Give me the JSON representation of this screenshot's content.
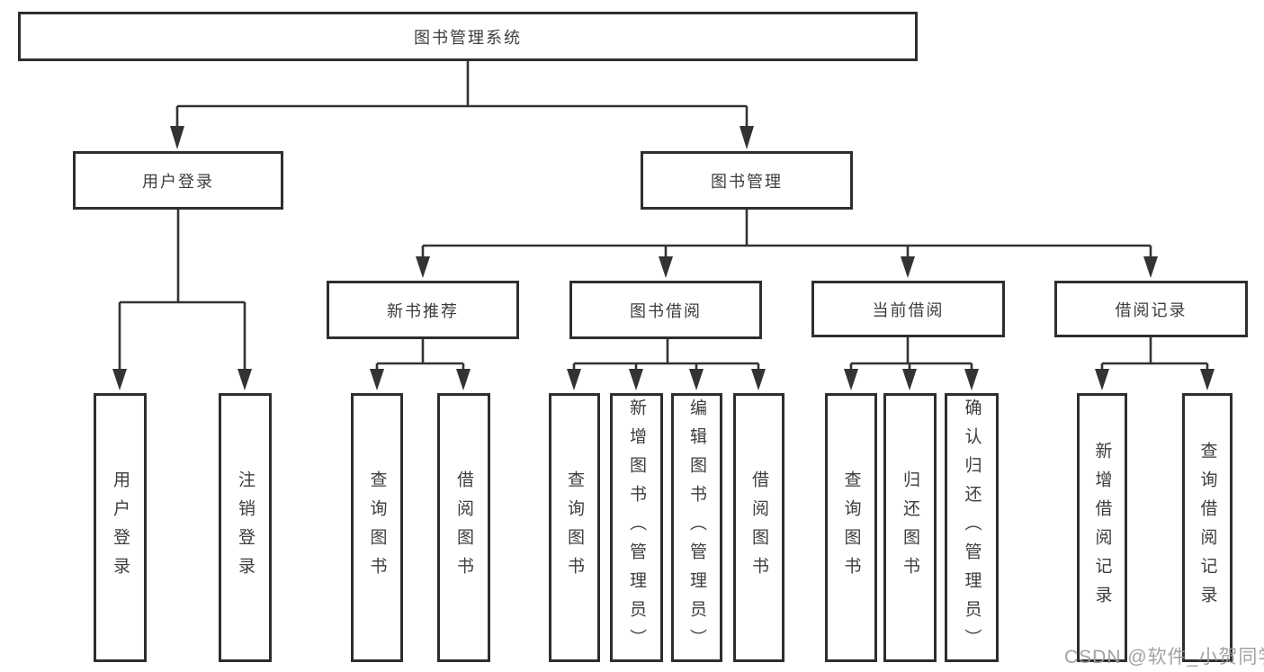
{
  "diagram": {
    "title": "图书管理系统",
    "tree": {
      "label": "图书管理系统",
      "children": [
        {
          "label": "用户登录",
          "children": [
            {
              "label": "用户登录"
            },
            {
              "label": "注销登录"
            }
          ]
        },
        {
          "label": "图书管理",
          "children": [
            {
              "label": "新书推荐",
              "children": [
                {
                  "label": "查询图书"
                },
                {
                  "label": "借阅图书"
                }
              ]
            },
            {
              "label": "图书借阅",
              "children": [
                {
                  "label": "查询图书"
                },
                {
                  "label": "新增图书（管理员）"
                },
                {
                  "label": "编辑图书（管理员）"
                },
                {
                  "label": "借阅图书"
                }
              ]
            },
            {
              "label": "当前借阅",
              "children": [
                {
                  "label": "查询图书"
                },
                {
                  "label": "归还图书"
                },
                {
                  "label": "确认归还（管理员）"
                }
              ]
            },
            {
              "label": "借阅记录",
              "children": [
                {
                  "label": "新增借阅记录"
                },
                {
                  "label": "查询借阅记录"
                }
              ]
            }
          ]
        }
      ]
    },
    "watermark": "CSDN @软件_小贺同学",
    "colors": {
      "background": "#ffffff",
      "box_border": "#2e2e2e",
      "line": "#333333",
      "text": "#3d3d3d",
      "watermark": "#9b9b9b"
    }
  }
}
